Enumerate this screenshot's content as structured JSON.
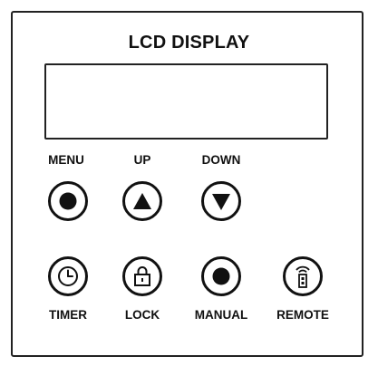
{
  "header": {
    "title": "LCD DISPLAY"
  },
  "buttons": {
    "menu": {
      "label": "MENU",
      "icon": "filled-circle-icon"
    },
    "up": {
      "label": "UP",
      "icon": "up-triangle-icon"
    },
    "down": {
      "label": "DOWN",
      "icon": "down-triangle-icon"
    },
    "timer": {
      "label": "TIMER",
      "icon": "clock-icon"
    },
    "lock": {
      "label": "LOCK",
      "icon": "padlock-icon"
    },
    "manual": {
      "label": "MANUAL",
      "icon": "filled-circle-icon"
    },
    "remote": {
      "label": "REMOTE",
      "icon": "remote-signal-icon"
    }
  }
}
